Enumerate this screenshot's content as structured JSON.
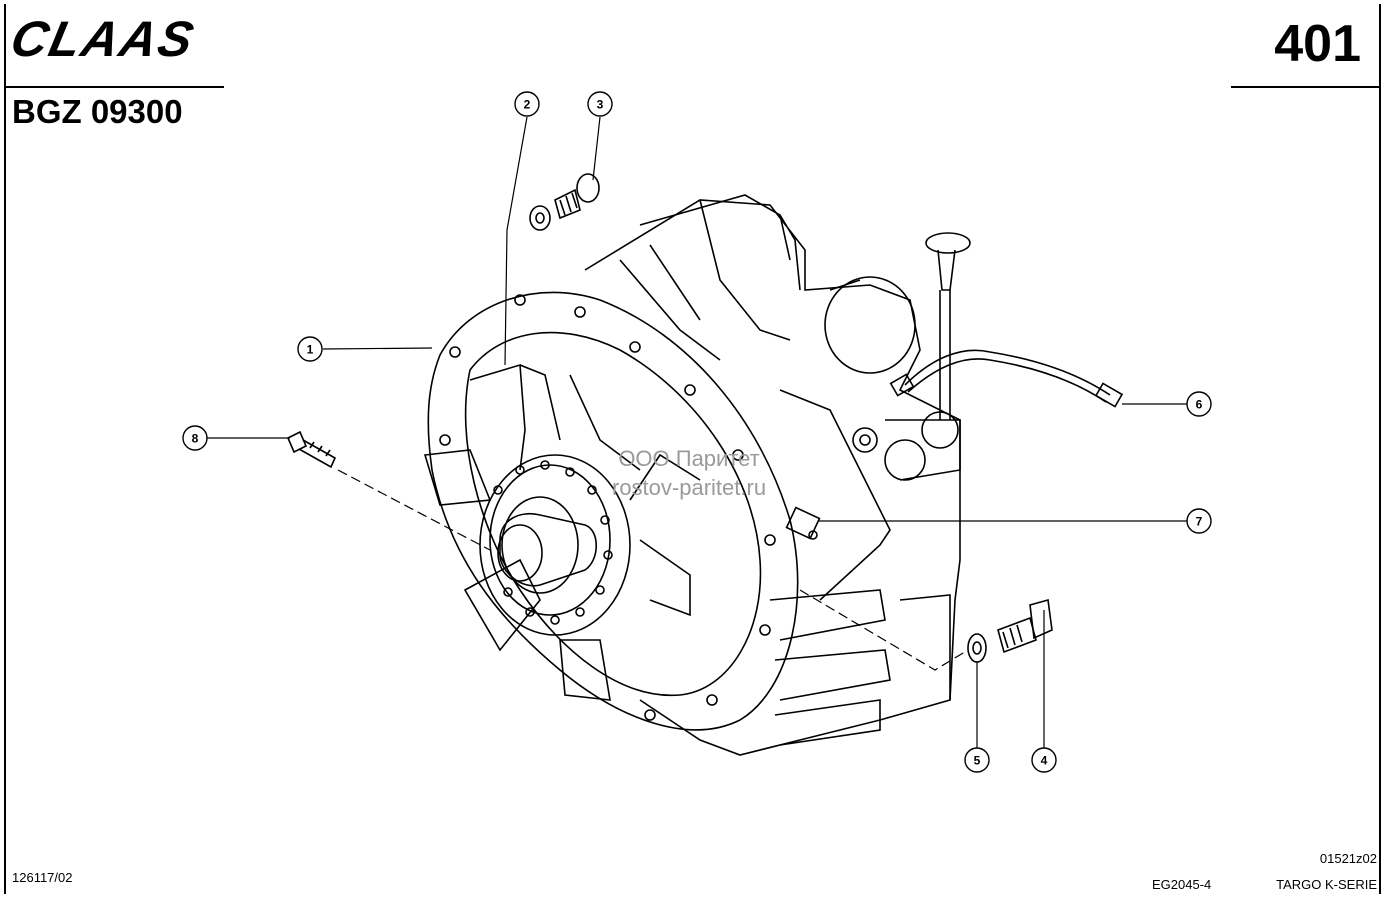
{
  "header": {
    "brand_logo": "CLAAS",
    "page_number": "401",
    "group_ref": "BGZ 09300"
  },
  "watermark": {
    "line1": "ООО Паритет",
    "line2": "rostov-paritet.ru"
  },
  "callouts": [
    "1",
    "2",
    "3",
    "4",
    "5",
    "6",
    "7",
    "8"
  ],
  "footer": {
    "left_code": "126117/02",
    "image_code": "01521z02",
    "eg_code": "EG2045-4",
    "series": "TARGO K-SERIE"
  }
}
